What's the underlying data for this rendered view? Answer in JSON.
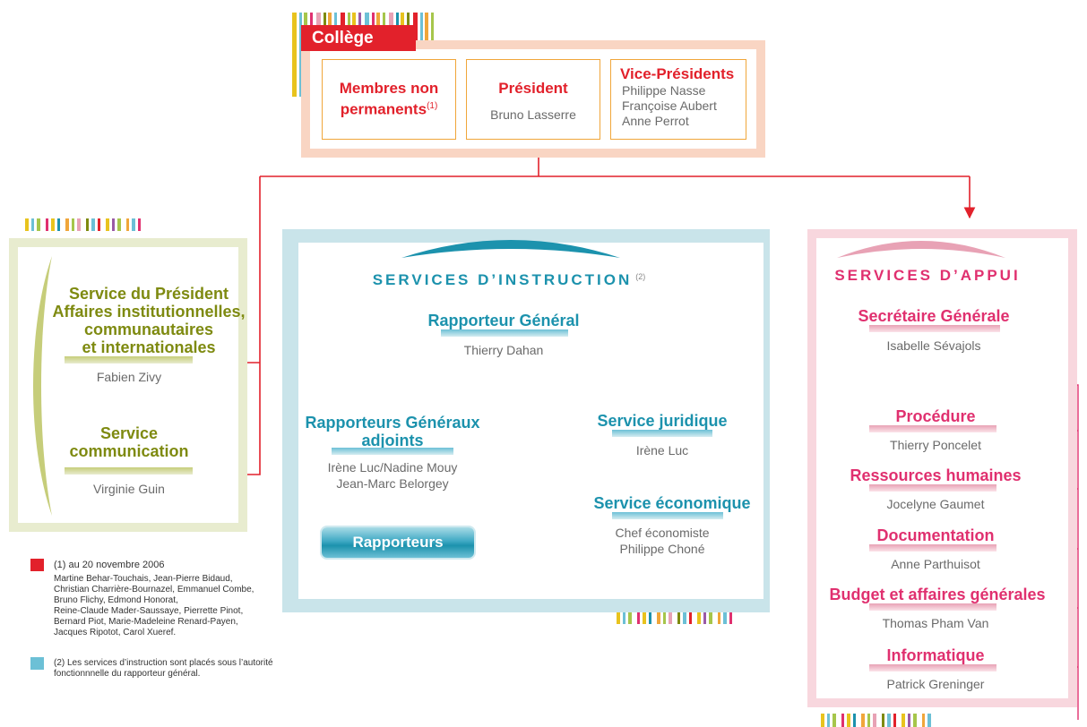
{
  "college": {
    "label": "Collège",
    "members": {
      "title": "Membres non permanents",
      "title_line1": "Membres non",
      "title_line2": "permanents",
      "note": "(1)"
    },
    "president": {
      "title": "Président",
      "name": "Bruno Lasserre"
    },
    "vice": {
      "title": "Vice-Présidents",
      "names": [
        "Philippe Nasse",
        "Françoise Aubert",
        "Anne Perrot"
      ]
    }
  },
  "left": {
    "service_president": {
      "lines": [
        "Service du Président",
        "Affaires institutionnelles,",
        "communautaires",
        "et internationales"
      ],
      "name": "Fabien Zivy"
    },
    "communication": {
      "lines": [
        "Service",
        "communication"
      ],
      "name": "Virginie Guin"
    }
  },
  "instruction": {
    "heading": "SERVICES D’INSTRUCTION",
    "note": "(2)",
    "rapporteur_general": {
      "title": "Rapporteur Général",
      "name": "Thierry Dahan"
    },
    "adjoints": {
      "lines": [
        "Rapporteurs Généraux",
        "adjoints"
      ],
      "names": [
        "Irène Luc/Nadine Mouy",
        "Jean-Marc Belorgey"
      ]
    },
    "rapporteurs": "Rapporteurs",
    "juridique": {
      "title": "Service juridique",
      "name": "Irène Luc"
    },
    "economique": {
      "title": "Service économique",
      "names": [
        "Chef économiste",
        "Philippe Choné"
      ]
    }
  },
  "appui": {
    "heading": "SERVICES D’APPUI",
    "secretaire": {
      "title": "Secrétaire Générale",
      "name": "Isabelle Sévajols"
    },
    "items": [
      {
        "title": "Procédure",
        "name": "Thierry Poncelet"
      },
      {
        "title": "Ressources humaines",
        "name": "Jocelyne Gaumet"
      },
      {
        "title": "Documentation",
        "name": "Anne Parthuisot"
      },
      {
        "title": "Budget et affaires générales",
        "name": "Thomas Pham Van"
      },
      {
        "title": "Informatique",
        "name": "Patrick Greninger"
      }
    ]
  },
  "footnotes": {
    "note1_head": "(1) au 20 novembre 2006",
    "note1_lines": [
      "Martine Behar-Touchais, Jean-Pierre Bidaud,",
      "Christian Charrière-Bournazel, Emmanuel Combe,",
      "Bruno Flichy, Edmond Honorat,",
      "Reine-Claude Mader-Saussaye, Pierrette Pinot,",
      "Bernard Piot, Marie-Madeleine Renard-Payen,",
      "Jacques Ripotot, Carol Xueref."
    ],
    "note2_lines": [
      "(2) Les services d’instruction sont placés sous l’autorité",
      "fonctionnnelle du rapporteur général."
    ],
    "note1_color": "#e2212b",
    "note2_color": "#6cc0d6"
  },
  "colors": {
    "red": "#e2212b",
    "olive": "#7e8a10",
    "teal": "#1c92ad",
    "pink": "#e0306f",
    "college_frame": "#f9d5c3",
    "left_frame": "#e8eccf",
    "mid_frame": "#c9e4ea",
    "right_frame": "#f8d7de"
  }
}
